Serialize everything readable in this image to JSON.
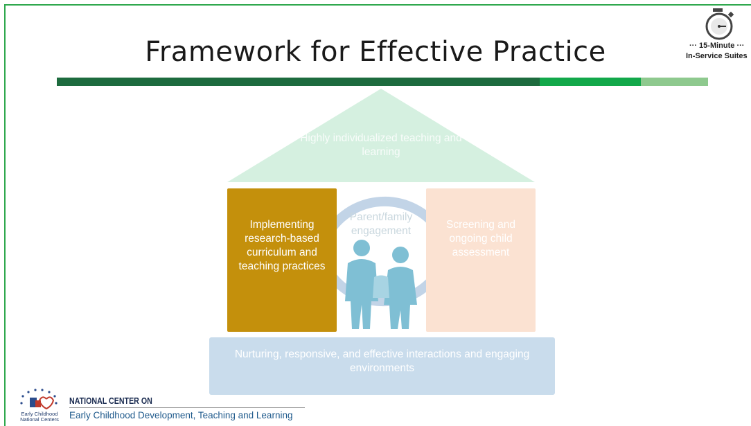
{
  "slide": {
    "title": "Framework for Effective Practice"
  },
  "badge": {
    "line1": "15-Minute",
    "line2": "In-Service Suites",
    "icon": "stopwatch-icon"
  },
  "house": {
    "roof": "Highly individualized teaching and learning",
    "left_pillar": "Implementing research-based curriculum and teaching practices",
    "center": "Parent/family engagement",
    "right_pillar": "Screening and ongoing child assessment",
    "foundation": "Nurturing, responsive, and effective interactions and engaging environments"
  },
  "footer": {
    "logo_small": "Early Childhood National Centers",
    "center_line1": "NATIONAL CENTER ON",
    "center_line2": "Early Childhood Development, Teaching and Learning"
  },
  "colors": {
    "frame": "#2ea84d",
    "rule_dark": "#1d6b3e",
    "rule_mid": "#12a84a",
    "rule_light": "#8ec98e",
    "roof": "#d5f0e0",
    "left_pillar": "#c4900c",
    "right_pillar": "#fbe2d2",
    "foundation": "#c9dcec",
    "family_figures": "#7fbfd4"
  }
}
